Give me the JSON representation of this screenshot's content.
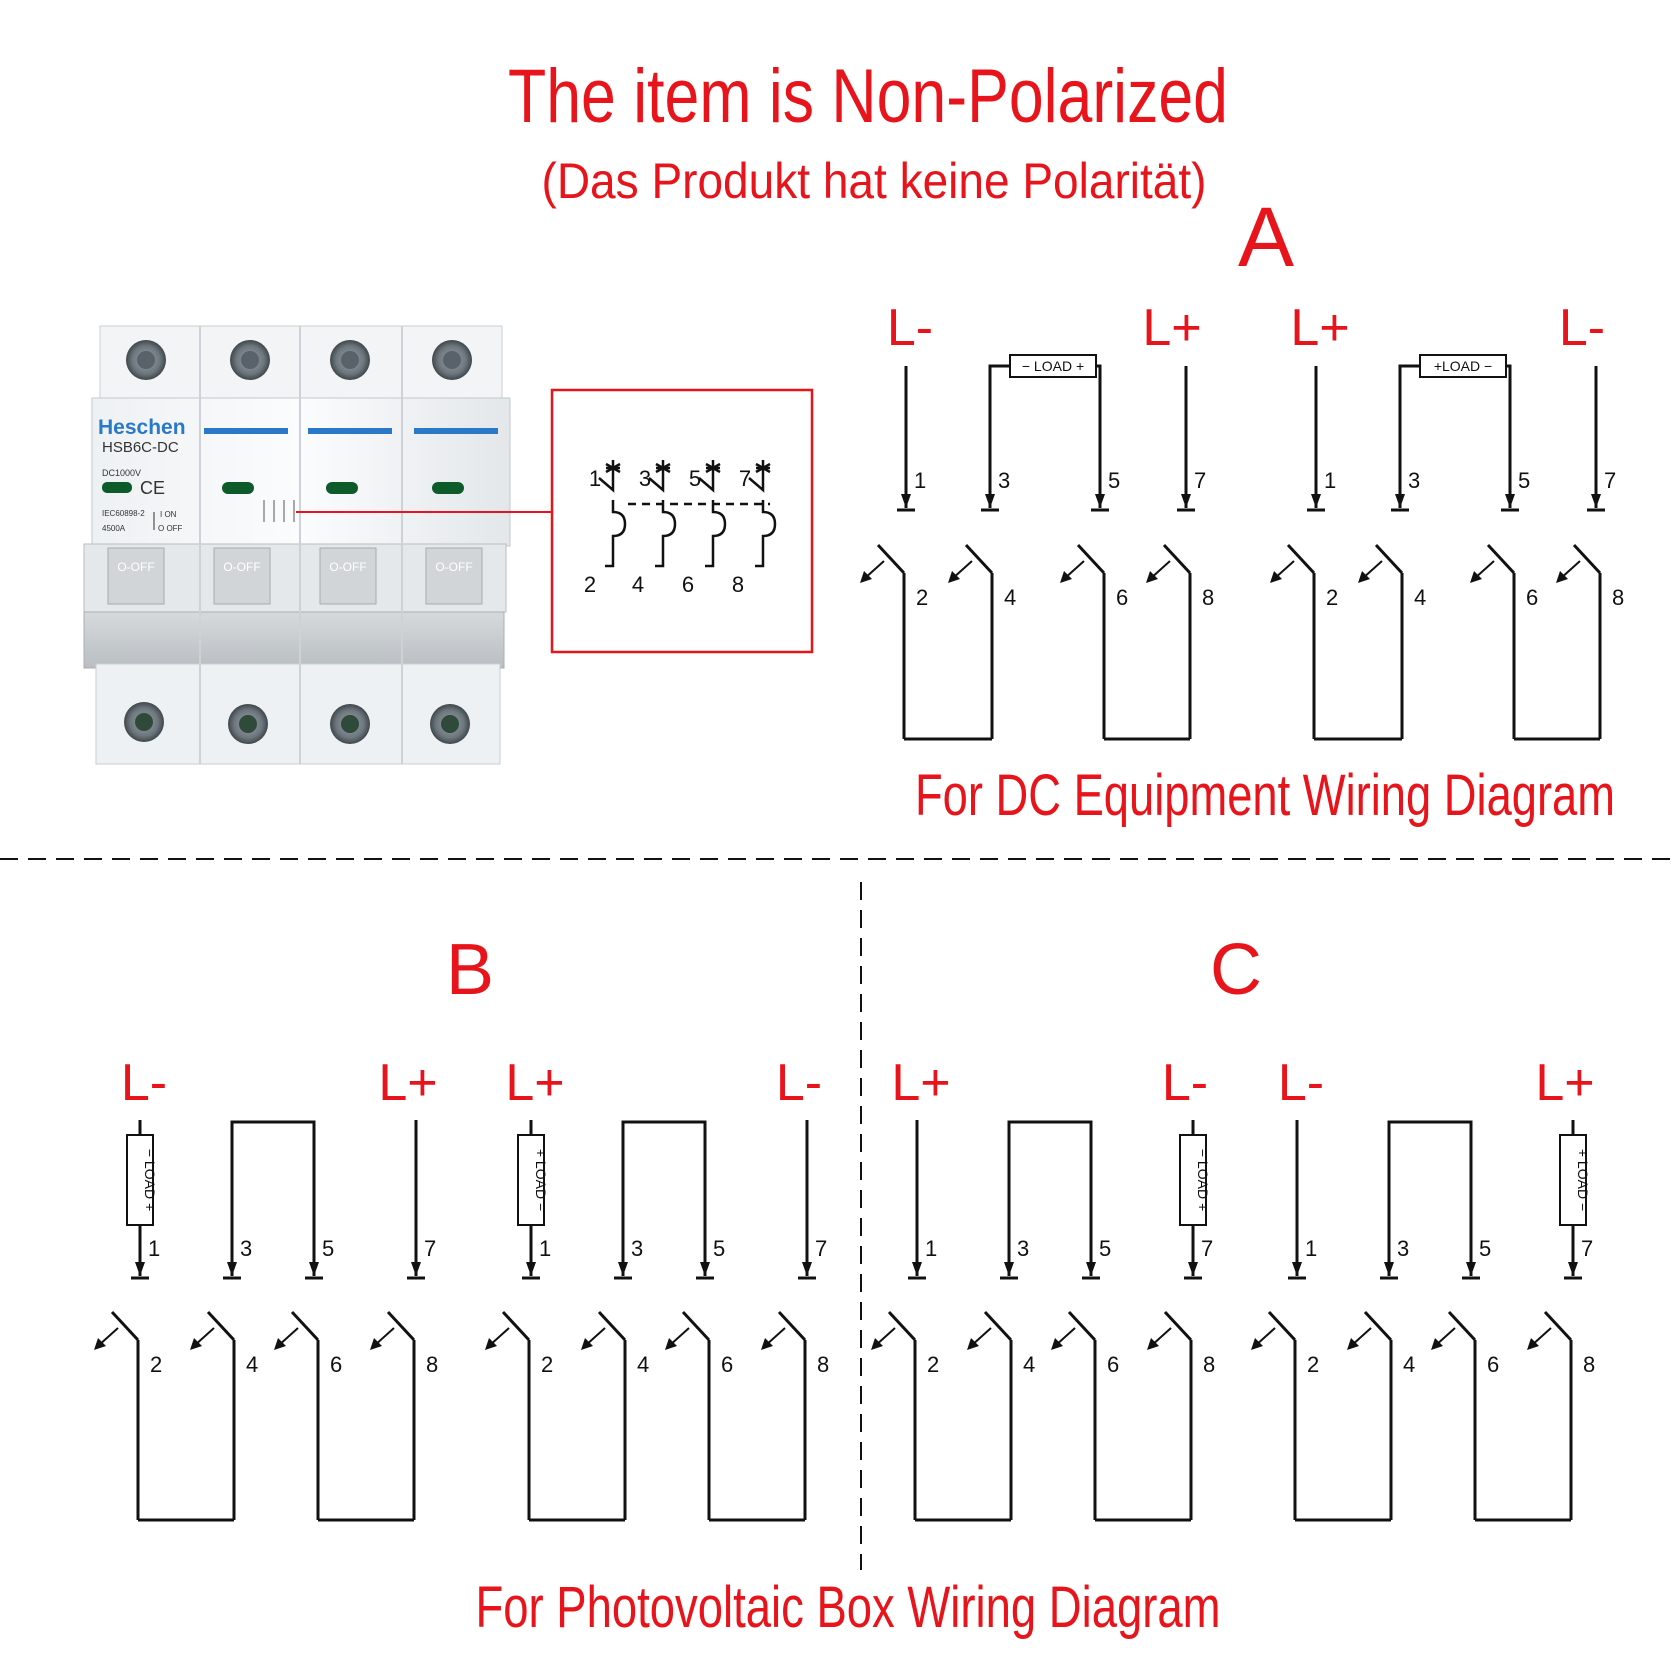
{
  "header": {
    "title": "The item is Non-Polarized",
    "subtitle": "(Das Produkt hat keine Polarität)"
  },
  "product": {
    "brand": "Heschen",
    "model": "HSB6C-DC",
    "rating": "DC1000V",
    "ce_mark": "CE",
    "standard": "IEC60898-2",
    "breaking": "4500A",
    "on_label": "I ON",
    "off_label": "O OFF",
    "handle_label": "O-OFF"
  },
  "schematic": {
    "top_numbers": [
      "1",
      "3",
      "5",
      "7"
    ],
    "bottom_numbers": [
      "2",
      "4",
      "6",
      "8"
    ]
  },
  "section_a": {
    "letter": "A",
    "caption": "For DC Equipment Wiring Diagram",
    "left": {
      "line_label_left": "L-",
      "line_label_right": "L+",
      "load_label": "− LOAD +"
    },
    "right": {
      "line_label_left": "L+",
      "line_label_right": "L-",
      "load_label": "+LOAD −"
    }
  },
  "section_b": {
    "letter": "B",
    "left": {
      "line_label_left": "L-",
      "line_label_right": "L+",
      "load_label": "− LOAD +"
    },
    "right": {
      "line_label_left": "L+",
      "line_label_right": "L-",
      "load_label": "+ LOAD −"
    }
  },
  "section_c": {
    "letter": "C",
    "left": {
      "line_label_left": "L+",
      "line_label_right": "L-",
      "load_label": "− LOAD +"
    },
    "right": {
      "line_label_left": "L-",
      "line_label_right": "L+",
      "load_label": "+ LOAD −"
    }
  },
  "footer": {
    "caption": "For Photovoltaic Box Wiring Diagram"
  },
  "colors": {
    "accent_red": "#e8141b",
    "line": "#111111",
    "brand_blue": "#2a78c8",
    "indicator_green": "#0d5a2a"
  }
}
